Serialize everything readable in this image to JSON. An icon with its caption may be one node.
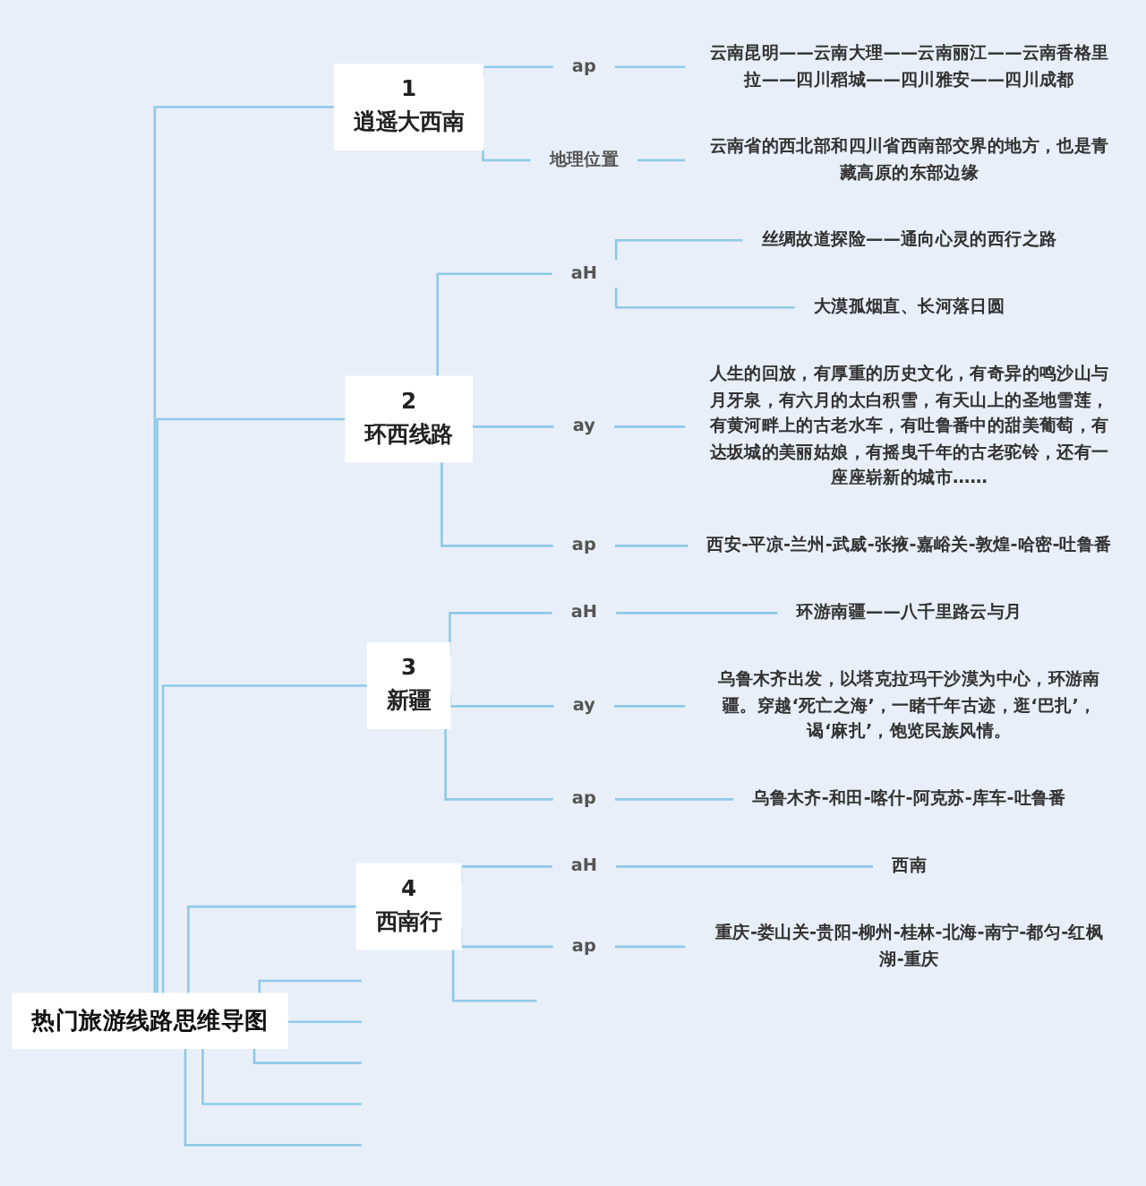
{
  "diagram": {
    "nodes": [
      {
        "text": [
          "热门旅游线路思维导图"
        ]
      },
      {
        "text": [
          "1",
          "逍遥大西南"
        ]
      },
      {
        "text": [
          "ap"
        ]
      },
      {
        "text": [
          "云南昆明——云南大理——云南丽江——云南香格里拉——四川稻城——四川雅安——四川成都"
        ]
      },
      {
        "text": [
          "地理位置"
        ]
      },
      {
        "text": [
          "云南省的西北部和四川省西南部交界的地方，也是青藏高原的东部边缘"
        ]
      },
      {
        "text": [
          "2",
          "环西线路"
        ]
      },
      {
        "text": [
          "aH"
        ]
      },
      {
        "text": [
          "丝绸故道探险——通向心灵的西行之路"
        ]
      },
      {
        "text": [
          "大漠孤烟直、长河落日圆"
        ]
      },
      {
        "text": [
          "ay"
        ]
      },
      {
        "text": [
          "人生的回放，有厚重的历史文化，有奇异的鸣沙山与月牙泉，有六月的太白积雪，有天山上的圣地雪莲，有黄河畔上的古老水车，有吐鲁番中的甜美葡萄，有达坂城的美丽姑娘，有摇曳千年的古老驼铃，还有一座座崭新的城市……"
        ]
      },
      {
        "text": [
          "ap"
        ]
      },
      {
        "text": [
          "西安-平凉-兰州-武威-张掖-嘉峪关-敦煌-哈密-吐鲁番"
        ]
      },
      {
        "text": [
          "3",
          "新疆"
        ]
      },
      {
        "text": [
          "aH"
        ]
      },
      {
        "text": [
          "环游南疆——八千里路云与月"
        ]
      },
      {
        "text": [
          "ay"
        ]
      },
      {
        "text": [
          "乌鲁木齐出发，以塔克拉玛干沙漠为中心，环游南疆。穿越‘死亡之海’，一睹千年古迹，逛‘巴扎’，谒‘麻扎’，饱览民族风情。"
        ]
      },
      {
        "text": [
          "ap"
        ]
      },
      {
        "text": [
          "乌鲁木齐-和田-喀什-阿克苏-库车-吐鲁番"
        ]
      },
      {
        "text": [
          "4",
          "西南行"
        ]
      },
      {
        "text": [
          "aH"
        ]
      },
      {
        "text": [
          "西南"
        ]
      },
      {
        "text": [
          "ap"
        ]
      },
      {
        "text": [
          "重庆-娄山关-贵阳-柳州-桂林-北海-南宁-都匀-红枫湖-重庆"
        ]
      }
    ],
    "edges": [
      {
        "from": 0,
        "to": 1,
        "arrow": "none"
      },
      {
        "from": 1,
        "to": 2,
        "arrow": "none"
      },
      {
        "from": 2,
        "to": 3,
        "arrow": "none"
      },
      {
        "from": 1,
        "to": 4,
        "arrow": "none"
      },
      {
        "from": 4,
        "to": 5,
        "arrow": "none"
      },
      {
        "from": 0,
        "to": 6,
        "arrow": "none"
      },
      {
        "from": 6,
        "to": 7,
        "arrow": "none"
      },
      {
        "from": 7,
        "to": 8,
        "arrow": "none"
      },
      {
        "from": 7,
        "to": 9,
        "arrow": "none"
      },
      {
        "from": 6,
        "to": 10,
        "arrow": "none"
      },
      {
        "from": 10,
        "to": 11,
        "arrow": "none"
      },
      {
        "from": 6,
        "to": 12,
        "arrow": "none"
      },
      {
        "from": 12,
        "to": 13,
        "arrow": "none"
      },
      {
        "from": 0,
        "to": 14,
        "arrow": "none"
      },
      {
        "from": 14,
        "to": 15,
        "arrow": "none"
      },
      {
        "from": 15,
        "to": 16,
        "arrow": "none"
      },
      {
        "from": 14,
        "to": 17,
        "arrow": "none"
      },
      {
        "from": 17,
        "to": 18,
        "arrow": "none"
      },
      {
        "from": 14,
        "to": 19,
        "arrow": "none"
      },
      {
        "from": 19,
        "to": 20,
        "arrow": "none"
      },
      {
        "from": 0,
        "to": 21,
        "arrow": "none"
      },
      {
        "from": 21,
        "to": 22,
        "arrow": "none"
      },
      {
        "from": 22,
        "to": 23,
        "arrow": "none"
      },
      {
        "from": 21,
        "to": 24,
        "arrow": "none"
      },
      {
        "from": 24,
        "to": 25,
        "arrow": "none"
      },
      {
        "from": 21,
        "to": null,
        "arrow": "none"
      },
      {
        "from": 0,
        "to": null,
        "arrow": "none"
      },
      {
        "from": 0,
        "to": null,
        "arrow": "none"
      },
      {
        "from": 0,
        "to": null,
        "arrow": "none"
      },
      {
        "from": 0,
        "to": null,
        "arrow": "none"
      },
      {
        "from": 0,
        "to": null,
        "arrow": "none"
      }
    ]
  }
}
